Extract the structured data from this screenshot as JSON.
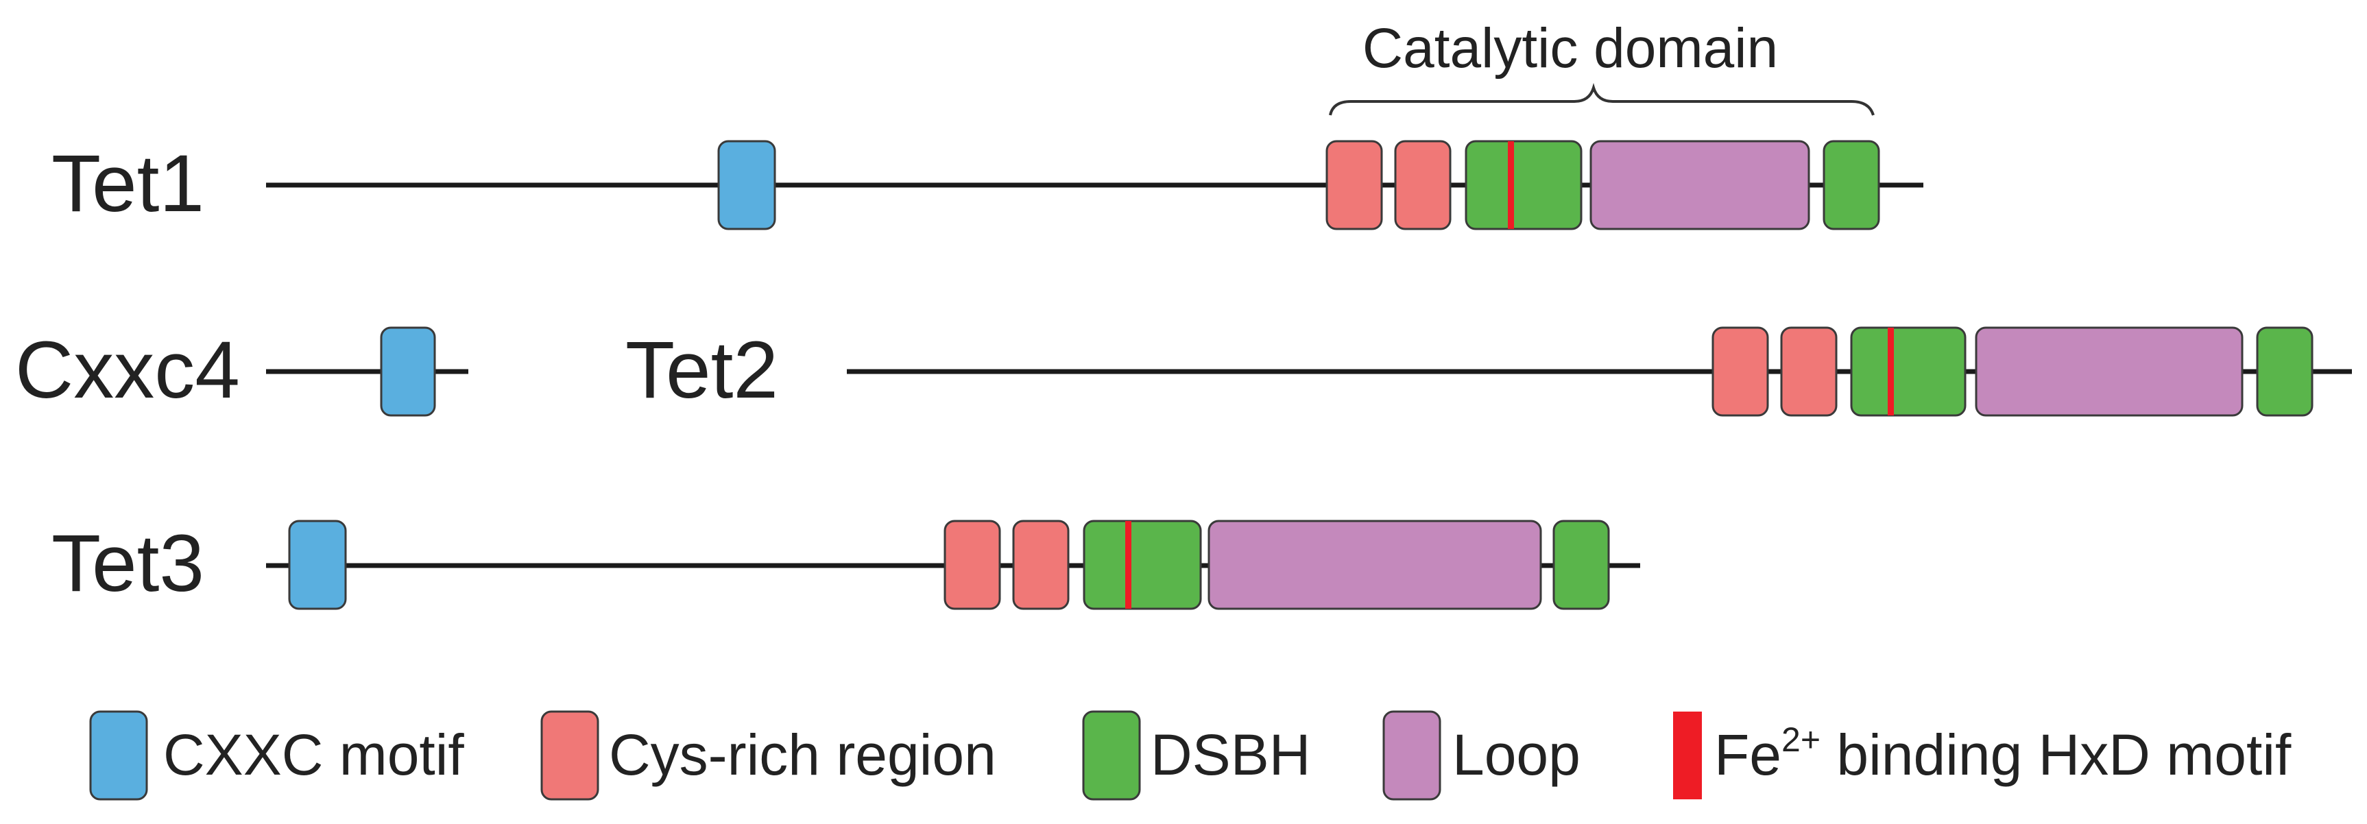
{
  "colors": {
    "cxxc": "#5aafdf",
    "cys": "#f07877",
    "dsbh": "#5ab54b",
    "loop": "#c489bc",
    "fe": "#ee1c25"
  },
  "bracket": {
    "label": "Catalytic domain"
  },
  "proteins": [
    {
      "name": "Tet1",
      "domains": [
        "cxxc",
        "cys",
        "cys",
        "dsbh",
        "loop",
        "dsbh"
      ]
    },
    {
      "name": "Cxxc4",
      "domains": [
        "cxxc"
      ]
    },
    {
      "name": "Tet2",
      "domains": [
        "cys",
        "cys",
        "dsbh",
        "loop",
        "dsbh"
      ]
    },
    {
      "name": "Tet3",
      "domains": [
        "cxxc",
        "cys",
        "cys",
        "dsbh",
        "loop",
        "dsbh"
      ]
    }
  ],
  "legend": [
    {
      "key": "cxxc",
      "label": "CXXC motif"
    },
    {
      "key": "cys",
      "label": "Cys-rich region"
    },
    {
      "key": "dsbh",
      "label": "DSBH"
    },
    {
      "key": "loop",
      "label": "Loop"
    },
    {
      "key": "fe",
      "label": "Fe",
      "superscript": "2+",
      "suffix": " binding HxD motif"
    }
  ]
}
